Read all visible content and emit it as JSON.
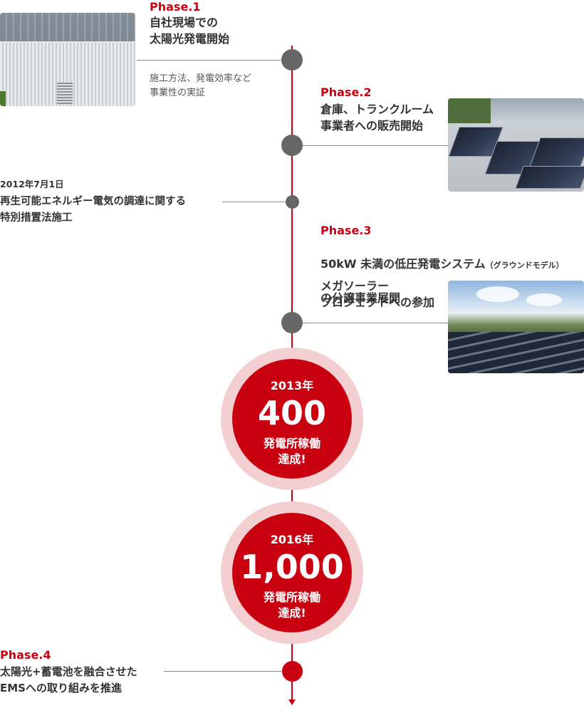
{
  "timeline": {
    "phase1": {
      "label": "Phase.1",
      "title": "自社現場での\n太陽光発電開始",
      "note": "施工方法、発電効率など\n事業性の実証",
      "photo": "container-rooftop-solar-photo"
    },
    "phase2": {
      "label": "Phase.2",
      "title": "倉庫、トランクルーム\n事業者への販売開始",
      "photo": "warehouse-solar-panels-photo"
    },
    "law": {
      "date": "2012年7月1日",
      "title": "再生可能エネルギー電気の調達に関する\n特別措置法施工"
    },
    "phase3": {
      "label": "Phase.3",
      "title_main": "50kW 未満の低圧発電システム",
      "title_note": "（グラウンドモデル）",
      "title_line2": "の分譲事業展開",
      "subtitle": "メガソーラー\nプロジェクトへの参加",
      "photo": "ground-solar-field-photo"
    },
    "milestone1": {
      "year": "2013年",
      "number": "400",
      "label": "発電所稼働\n達成!"
    },
    "milestone2": {
      "year": "2016年",
      "number": "1,000",
      "label": "発電所稼働\n達成!"
    },
    "phase4": {
      "label": "Phase.4",
      "title": "太陽光+蓄電池を融合させた\nEMSへの取り組みを推進"
    }
  },
  "colors": {
    "accent": "#c8000f",
    "ring": "#f4cfd2",
    "node": "#666666",
    "text": "#333333"
  }
}
